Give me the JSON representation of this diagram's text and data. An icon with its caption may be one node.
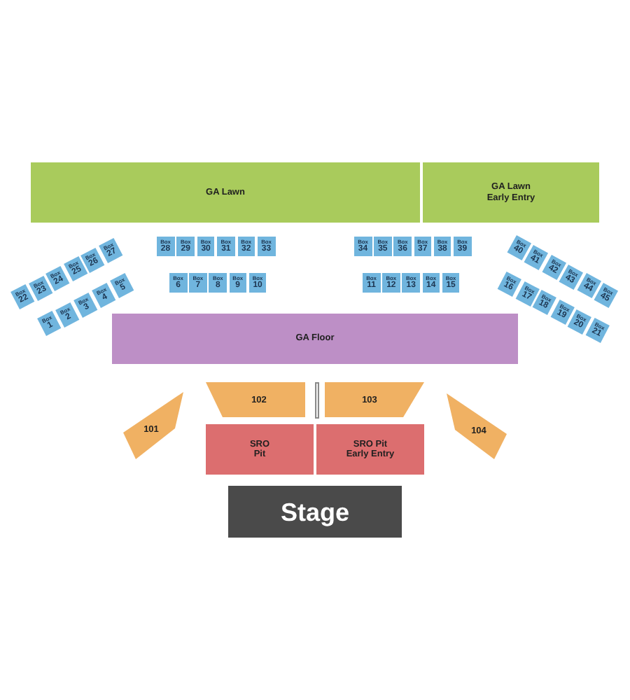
{
  "diagram": {
    "nodes": [
      {
        "text": [
          "GA Lawn"
        ]
      },
      {
        "text": [
          "GA Lawn Early Entry"
        ]
      },
      {
        "text": [
          "Box",
          "22"
        ]
      },
      {
        "text": [
          "Box",
          "23"
        ]
      },
      {
        "text": [
          "Box",
          "24"
        ]
      },
      {
        "text": [
          "Box",
          "25"
        ]
      },
      {
        "text": [
          "Box",
          "26"
        ]
      },
      {
        "text": [
          "Box",
          "27"
        ]
      },
      {
        "text": [
          "Box",
          "28"
        ]
      },
      {
        "text": [
          "Box",
          "29"
        ]
      },
      {
        "text": [
          "Box",
          "30"
        ]
      },
      {
        "text": [
          "Box",
          "31"
        ]
      },
      {
        "text": [
          "Box",
          "32"
        ]
      },
      {
        "text": [
          "Box",
          "33"
        ]
      },
      {
        "text": [
          "Box",
          "34"
        ]
      },
      {
        "text": [
          "Box",
          "35"
        ]
      },
      {
        "text": [
          "Box",
          "36"
        ]
      },
      {
        "text": [
          "Box",
          "37"
        ]
      },
      {
        "text": [
          "Box",
          "38"
        ]
      },
      {
        "text": [
          "Box",
          "39"
        ]
      },
      {
        "text": [
          "Box",
          "40"
        ]
      },
      {
        "text": [
          "Box",
          "41"
        ]
      },
      {
        "text": [
          "Box",
          "42"
        ]
      },
      {
        "text": [
          "Box",
          "43"
        ]
      },
      {
        "text": [
          "Box",
          "44"
        ]
      },
      {
        "text": [
          "Box",
          "45"
        ]
      },
      {
        "text": [
          "Box",
          "1"
        ]
      },
      {
        "text": [
          "Box",
          "2"
        ]
      },
      {
        "text": [
          "Box",
          "3"
        ]
      },
      {
        "text": [
          "Box",
          "4"
        ]
      },
      {
        "text": [
          "Box",
          "5"
        ]
      },
      {
        "text": [
          "Box",
          "6"
        ]
      },
      {
        "text": [
          "Box",
          "7"
        ]
      },
      {
        "text": [
          "Box",
          "8"
        ]
      },
      {
        "text": [
          "Box",
          "9"
        ]
      },
      {
        "text": [
          "Box",
          "10"
        ]
      },
      {
        "text": [
          "Box",
          "11"
        ]
      },
      {
        "text": [
          "Box",
          "12"
        ]
      },
      {
        "text": [
          "Box",
          "13"
        ]
      },
      {
        "text": [
          "Box",
          "14"
        ]
      },
      {
        "text": [
          "Box",
          "15"
        ]
      },
      {
        "text": [
          "Box",
          "16"
        ]
      },
      {
        "text": [
          "Box",
          "17"
        ]
      },
      {
        "text": [
          "Box",
          "18"
        ]
      },
      {
        "text": [
          "Box",
          "19"
        ]
      },
      {
        "text": [
          "Box",
          "20"
        ]
      },
      {
        "text": [
          "Box",
          "21"
        ]
      },
      {
        "text": [
          "GA Floor"
        ]
      },
      {
        "text": [
          "101"
        ]
      },
      {
        "text": [
          "102"
        ]
      },
      {
        "text": [],
        "shape": "bar"
      },
      {
        "text": [
          "103"
        ]
      },
      {
        "text": [
          "104"
        ]
      },
      {
        "text": [
          "SRO Pit"
        ]
      },
      {
        "text": [
          "SRO Pit Early Entry"
        ]
      },
      {
        "text": [
          "Stage"
        ]
      }
    ]
  }
}
